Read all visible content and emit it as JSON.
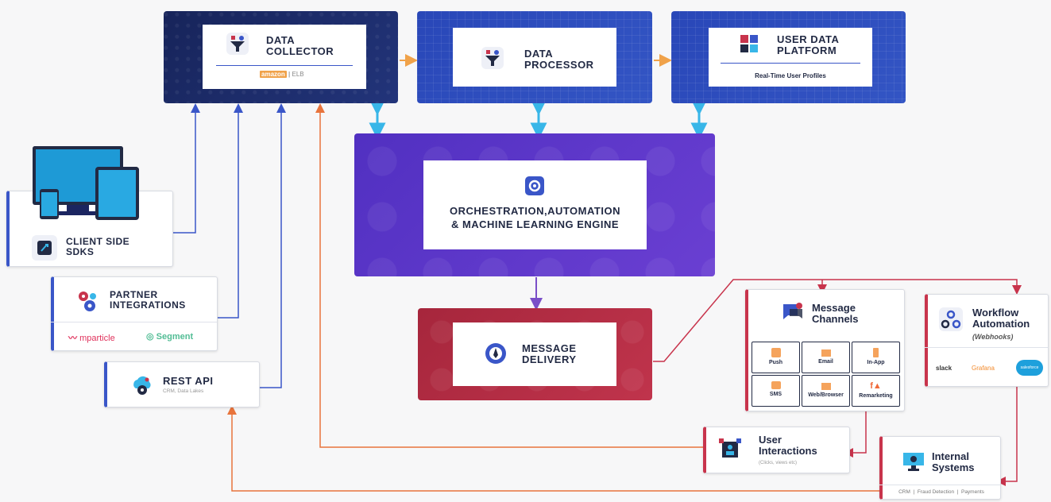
{
  "blocks": {
    "collector": {
      "title_line1": "DATA",
      "title_line2": "COLLECTOR",
      "logo_text": "amazon",
      "logo_tag": "ELB"
    },
    "processor": {
      "title_line1": "DATA",
      "title_line2": "PROCESSOR"
    },
    "udp": {
      "title_line1": "USER DATA",
      "title_line2": "PLATFORM",
      "subtitle": "Real-Time User Profiles"
    },
    "engine": {
      "title_line1": "ORCHESTRATION,AUTOMATION",
      "title_line2": "& MACHINE LEARNING ENGINE"
    },
    "delivery": {
      "title_line1": "MESSAGE",
      "title_line2": "DELIVERY"
    }
  },
  "sources": {
    "sdk": {
      "title_line1": "CLIENT SIDE",
      "title_line2": "SDKS"
    },
    "partners": {
      "title_line1": "PARTNER",
      "title_line2": "INTEGRATIONS",
      "logos": [
        "mparticle",
        "Segment"
      ]
    },
    "rest": {
      "title": "REST API",
      "subtitle": "CRM, Data Lakes"
    }
  },
  "channels": {
    "title_line1": "Message",
    "title_line2": "Channels",
    "items": [
      "Push",
      "Email",
      "In-App",
      "SMS",
      "Web/Browser",
      "Remarketing"
    ]
  },
  "workflow": {
    "title_line1": "Workflow",
    "title_line2": "Automation",
    "subtitle": "(Webhooks)",
    "logos": [
      "slack",
      "Grafana",
      "salesforce"
    ]
  },
  "interactions": {
    "title_line1": "User",
    "title_line2": "Interactions",
    "subtitle": "(Clicks, views etc)"
  },
  "internal": {
    "title_line1": "Internal",
    "title_line2": "Systems",
    "footer": "CRM  |  Fraud Detection  |  Payments"
  },
  "colors": {
    "navy": "#1b2a66",
    "blue": "#2d49b6",
    "purple": "#5a34c8",
    "red": "#b22c43",
    "orange_line": "#e8743c",
    "blue_line": "#3a56c8",
    "red_line": "#c8344c",
    "cyan_arrow": "#38b6e8",
    "purple_arrow": "#7a4fc8"
  }
}
